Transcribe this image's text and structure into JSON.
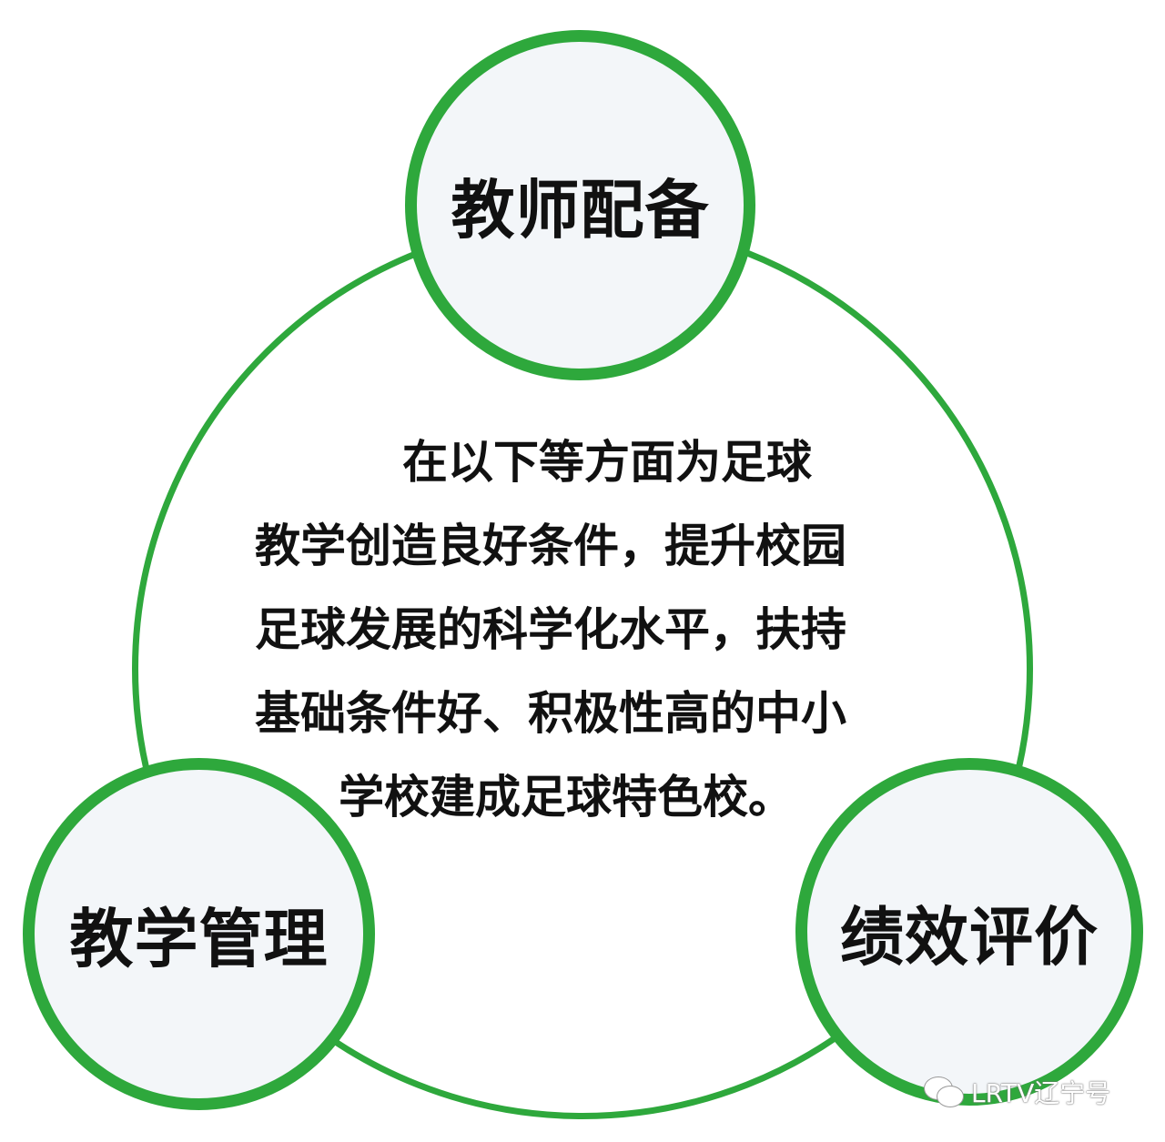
{
  "diagram": {
    "colors": {
      "ring": "#2ea83c",
      "node_fill": "#f3f6f9",
      "text": "#111111",
      "background": "#ffffff"
    },
    "nodes": [
      {
        "label": "教师配备",
        "position": "top"
      },
      {
        "label": "教学管理",
        "position": "bottom-left"
      },
      {
        "label": "绩效评价",
        "position": "bottom-right"
      }
    ],
    "center_text": {
      "lines": [
        "在以下等方面为足球",
        "教学创造良好条件，提升校园",
        "足球发展的科学化水平，扶持",
        "基础条件好、积极性高的中小",
        "学校建成足球特色校。"
      ]
    },
    "watermark": {
      "icon": "wechat-icon",
      "text": "LRTV辽宁号"
    }
  }
}
